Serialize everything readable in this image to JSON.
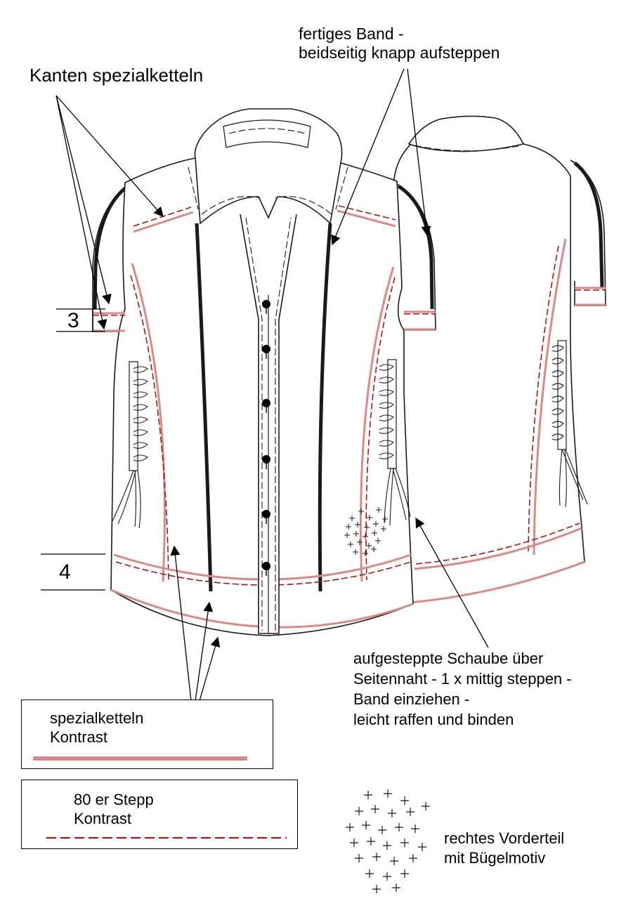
{
  "colors": {
    "contrast_band": "#d98a87",
    "contrast_stitch": "#a01818",
    "outline": "#1a1a1a"
  },
  "annotations": {
    "edges": "Kanten spezialketteln",
    "band": [
      "fertiges Band -",
      "beidseitig knapp aufsteppen"
    ],
    "schaube": [
      "aufgesteppte Schaube über",
      "Seitennaht - 1 x mittig steppen -",
      "Band einziehen -",
      "leicht raffen und binden"
    ],
    "motif": [
      "rechtes Vorderteil",
      "mit Bügelmotiv"
    ]
  },
  "dimensions": {
    "sleeve_hem": "3",
    "body_hem": "4"
  },
  "legend": {
    "band": {
      "lines": [
        "spezialketteln",
        "Kontrast"
      ],
      "sample": "solid-band"
    },
    "stitch": {
      "lines": [
        "80 er Stepp",
        "Kontrast"
      ],
      "sample": "dashed-stitch"
    }
  },
  "icons": {
    "motif": "cross-stitch-motif-icon",
    "button": "button-icon"
  }
}
